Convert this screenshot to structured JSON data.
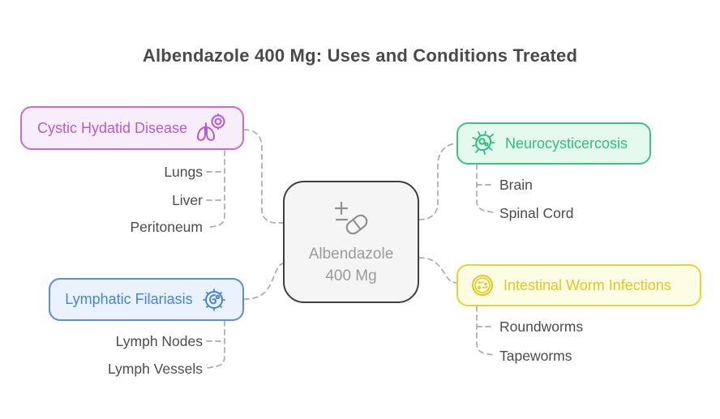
{
  "title": "Albendazole 400 Mg: Uses and Conditions Treated",
  "center_node": {
    "label_line1": "Albendazole",
    "label_line2": "400 Mg",
    "icon": "pill-plus-minus-icon",
    "border_color": "#3f3f3f",
    "background": "#f5f5f5",
    "text_color": "#9b9b9b"
  },
  "branches": [
    {
      "label": "Cystic Hydatid Disease",
      "icon": "lungs-infection-icon",
      "side": "left",
      "accent": "#b75ad3",
      "border": "#c969da",
      "background": "#f8eefb",
      "children": [
        "Lungs",
        "Liver",
        "Peritoneum"
      ]
    },
    {
      "label": "Lymphatic Filariasis",
      "icon": "microbe-parasite-icon",
      "side": "left",
      "accent": "#4584d8",
      "border": "#5b8fd9",
      "background": "#e9f2fd",
      "children": [
        "Lymph Nodes",
        "Lymph Vessels"
      ]
    },
    {
      "label": "Neurocysticercosis",
      "icon": "neuron-parasite-icon",
      "side": "right",
      "accent": "#2fbe7f",
      "border": "#3fc183",
      "background": "#e6f9ef",
      "children": [
        "Brain",
        "Spinal Cord"
      ]
    },
    {
      "label": "Intestinal Worm Infections",
      "icon": "petri-dish-worms-icon",
      "side": "right",
      "accent": "#e3c81c",
      "border": "#e7d52e",
      "background": "#fdfce4",
      "children": [
        "Roundworms",
        "Tapeworms"
      ]
    }
  ],
  "connector_color": "#ababab"
}
